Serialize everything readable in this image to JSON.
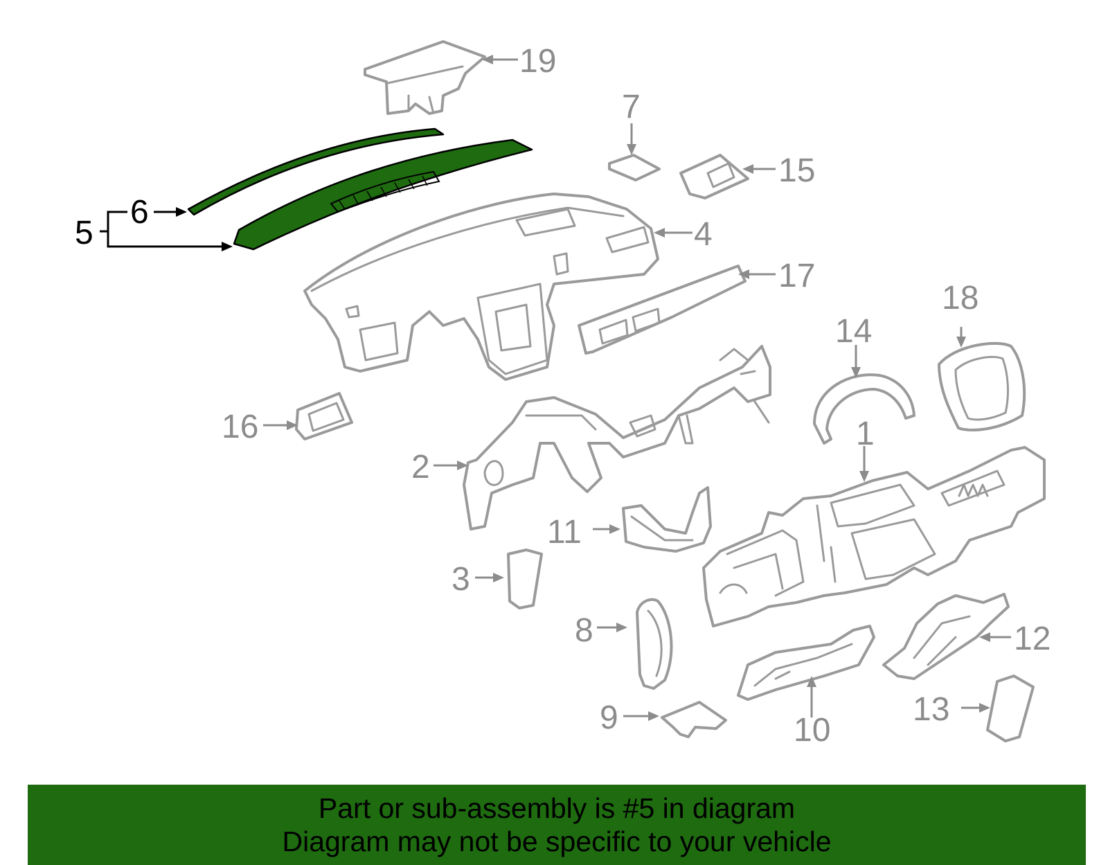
{
  "colors": {
    "highlight": "#1e6b10",
    "part_stroke": "#9a9a9a",
    "callout_text": "#8c8c8c",
    "banner_background": "#1e6b10",
    "banner_text": "#000000"
  },
  "highlighted_part": "5",
  "callouts": [
    {
      "id": "1",
      "label": "1"
    },
    {
      "id": "2",
      "label": "2"
    },
    {
      "id": "3",
      "label": "3"
    },
    {
      "id": "4",
      "label": "4"
    },
    {
      "id": "5",
      "label": "5"
    },
    {
      "id": "6",
      "label": "6"
    },
    {
      "id": "7",
      "label": "7"
    },
    {
      "id": "8",
      "label": "8"
    },
    {
      "id": "9",
      "label": "9"
    },
    {
      "id": "10",
      "label": "10"
    },
    {
      "id": "11",
      "label": "11"
    },
    {
      "id": "12",
      "label": "12"
    },
    {
      "id": "13",
      "label": "13"
    },
    {
      "id": "14",
      "label": "14"
    },
    {
      "id": "15",
      "label": "15"
    },
    {
      "id": "16",
      "label": "16"
    },
    {
      "id": "17",
      "label": "17"
    },
    {
      "id": "18",
      "label": "18"
    },
    {
      "id": "19",
      "label": "19"
    }
  ],
  "banner": {
    "line1": "Part or sub-assembly is #5 in diagram",
    "line2": "Diagram may not be specific to your vehicle"
  }
}
